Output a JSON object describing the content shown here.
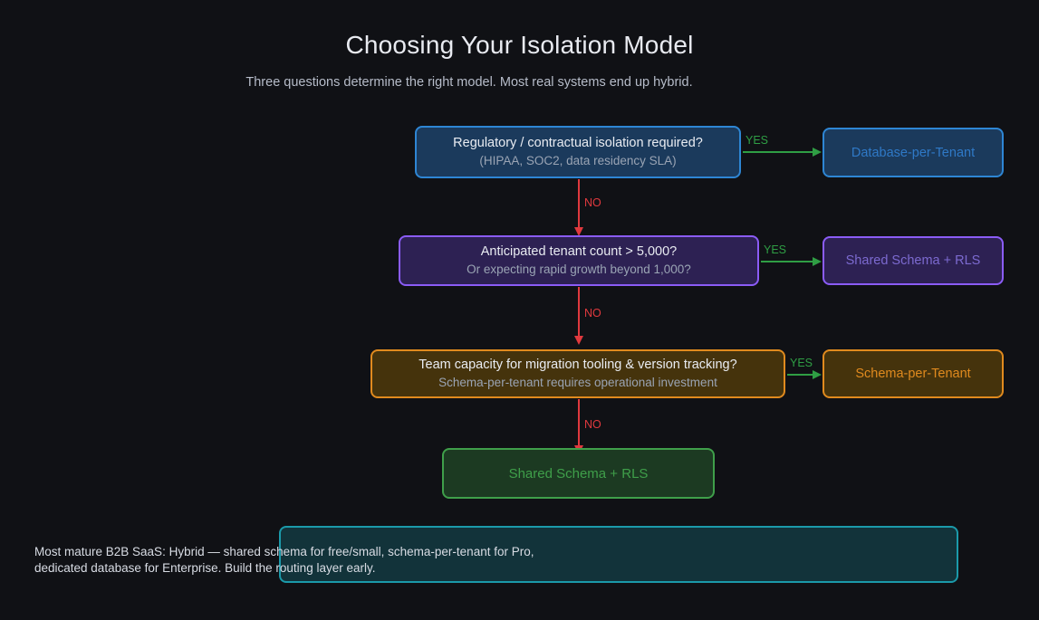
{
  "header": {
    "title": "Choosing Your Isolation Model",
    "subtitle": "Three questions determine the right model. Most real systems end up hybrid."
  },
  "colors": {
    "background": "#101115",
    "blue_border": "#2e86d4",
    "blue_fill": "#1b3a5c",
    "purple_border": "#8b5cf6",
    "purple_fill": "#2d2153",
    "amber_border": "#e08a1e",
    "amber_fill": "#45330c",
    "green_border": "#3f9f4a",
    "green_fill": "#1c3a22",
    "teal_border": "#1b9aaa",
    "teal_fill": "#12333a",
    "yes_arrow": "#2f9e44",
    "no_arrow": "#e0393e",
    "title_text": "#e8eaf0",
    "subtitle_text": "#b6bcc9",
    "muted_text": "#9aa4b4"
  },
  "flow": {
    "decisions": [
      {
        "id": "regulatory",
        "question": "Regulatory / contractual isolation required?",
        "detail": "(HIPAA, SOC2, data residency SLA)",
        "yes_label": "YES",
        "no_label": "NO",
        "yes_outcome": "Database-per-Tenant"
      },
      {
        "id": "tenant-count",
        "question": "Anticipated tenant count > 5,000?",
        "detail": "Or expecting rapid growth beyond 1,000?",
        "yes_label": "YES",
        "no_label": "NO",
        "yes_outcome": "Shared Schema + RLS"
      },
      {
        "id": "team-capacity",
        "question": "Team capacity for migration tooling & version tracking?",
        "detail": "Schema-per-tenant requires operational investment",
        "yes_label": "YES",
        "no_label": "NO",
        "yes_outcome": "Schema-per-Tenant"
      }
    ],
    "terminal_outcome": "Shared Schema + RLS"
  },
  "note": {
    "text": "Most mature B2B SaaS: Hybrid — shared schema for free/small, schema-per-tenant for Pro, dedicated database for Enterprise. Build the routing layer early."
  }
}
